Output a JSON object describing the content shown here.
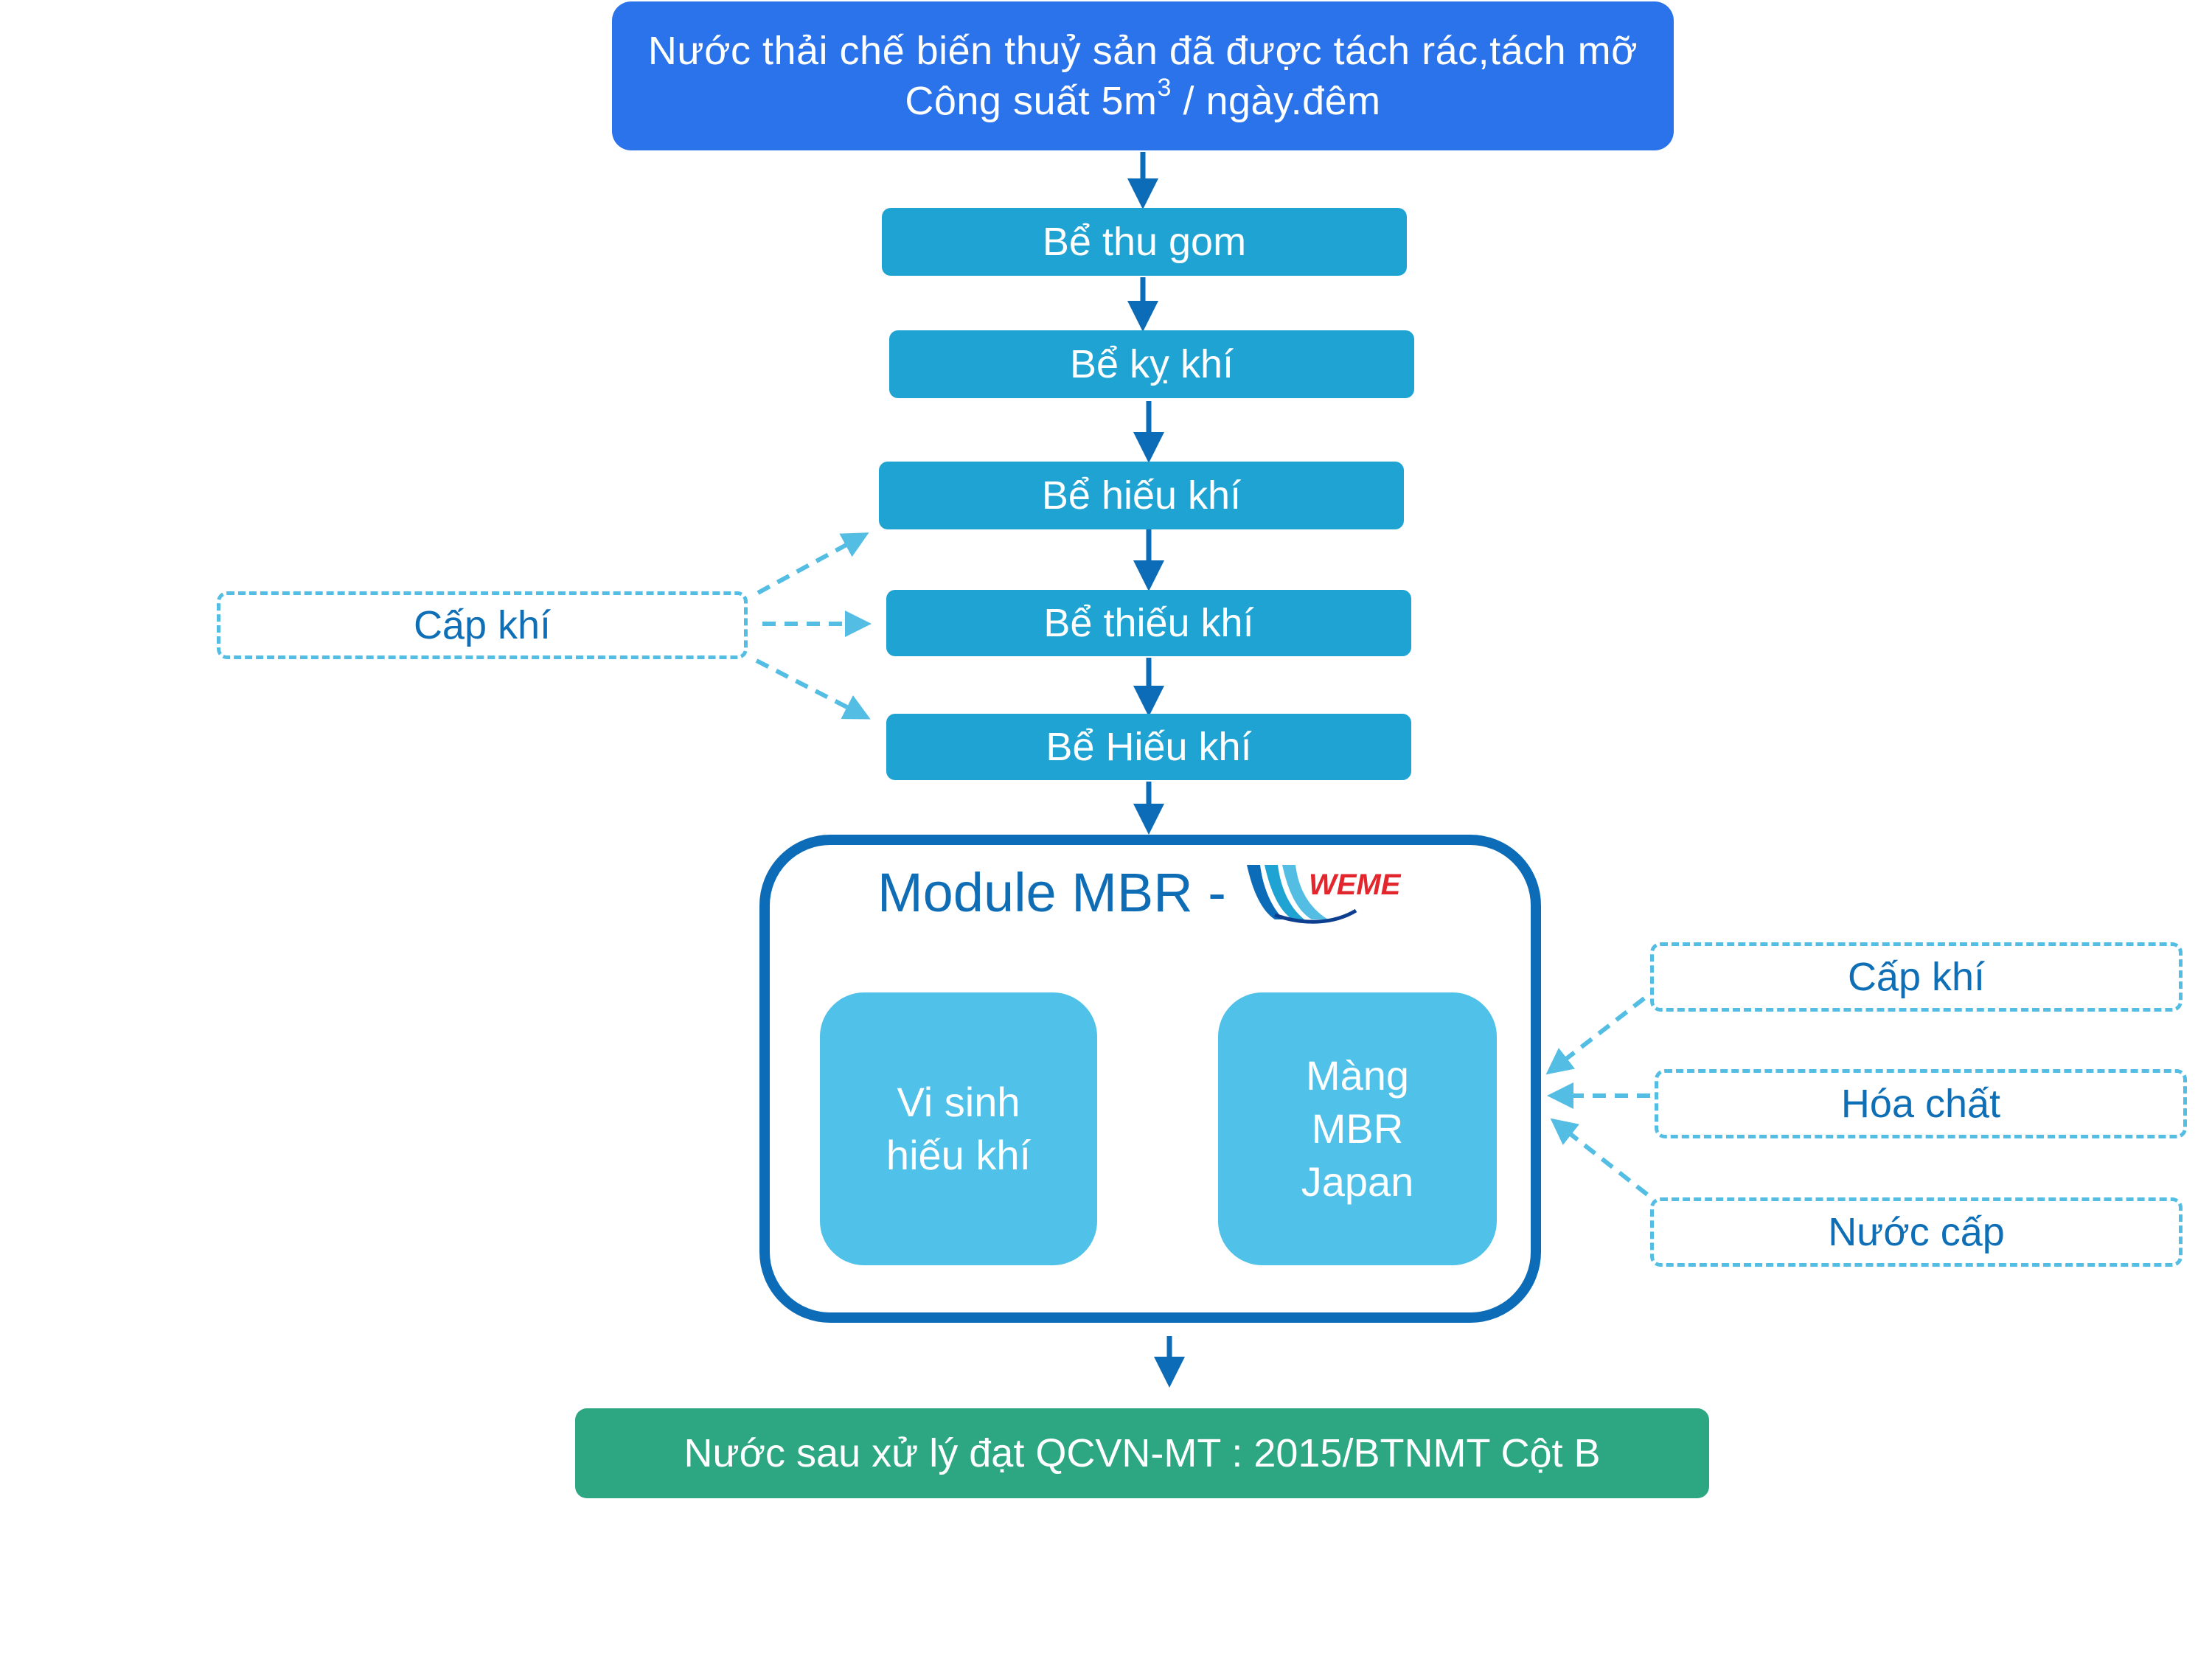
{
  "input": {
    "line1": "Nước thải chế biến thuỷ sản đã được tách rác,tách mỡ",
    "line2_prefix": "Công suất 5m",
    "line2_sup": "3",
    "line2_suffix": " / ngày.đêm"
  },
  "stages": [
    "Bể thu gom",
    "Bể kỵ khí",
    "Bể hiếu khí",
    "Bể thiếu khí",
    "Bể Hiếu khí"
  ],
  "left_supply": {
    "label": "Cấp khí"
  },
  "module": {
    "title": "Module MBR -",
    "logo_text": "WEME",
    "microbe": {
      "line1": "Vi sinh",
      "line2": "hiếu khí"
    },
    "membrane": {
      "line1": "Màng",
      "line2": "MBR",
      "line3": "Japan"
    }
  },
  "right_inputs": [
    "Cấp khí",
    "Hóa chất",
    "Nước cấp"
  ],
  "output": {
    "label": "Nước sau xử lý đạt QCVN-MT : 2015/BTNMT Cột B"
  },
  "colors": {
    "input_blue": "#2b73ea",
    "stage_blue": "#1fa3d3",
    "module_border": "#0d6cb7",
    "inner_blue": "#50c1e8",
    "dashed": "#53bde3",
    "output_green": "#2da781",
    "logo_red": "#e3262d"
  }
}
